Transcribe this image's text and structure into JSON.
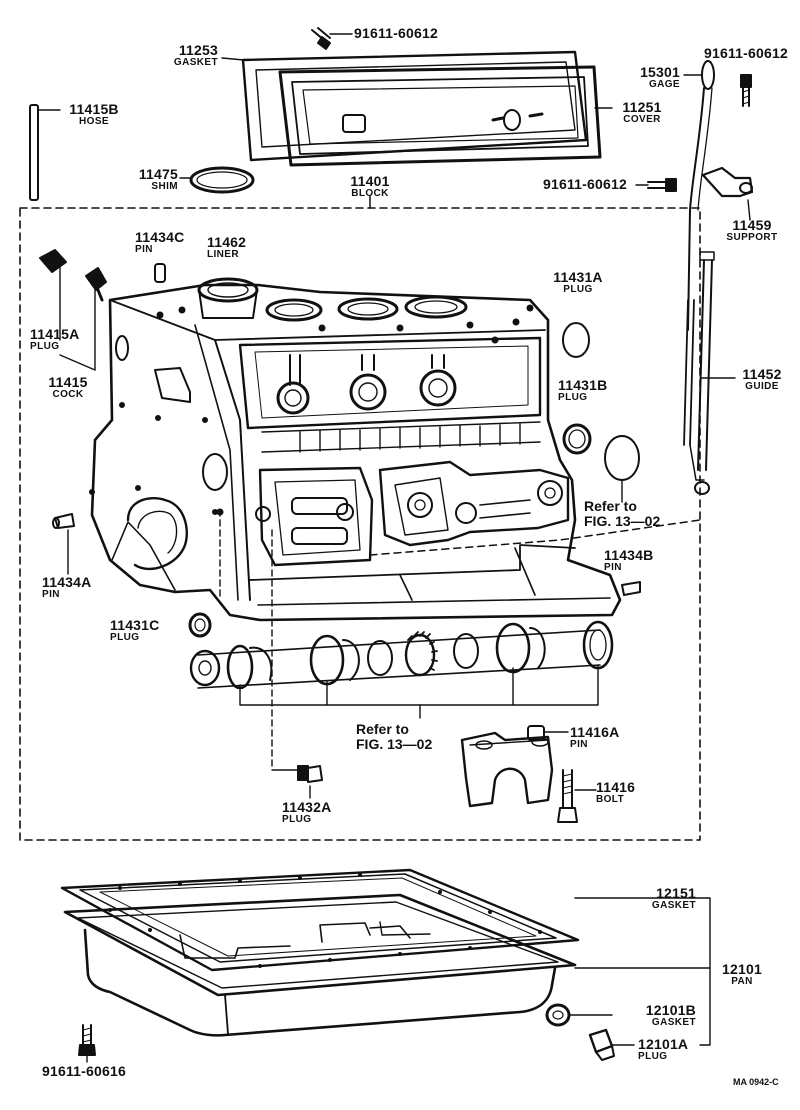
{
  "parts": {
    "p91611_60612_top": {
      "num": "91611-60612"
    },
    "p11253": {
      "num": "11253",
      "name": "GASKET"
    },
    "p91611_60612_right": {
      "num": "91611-60612"
    },
    "p15301": {
      "num": "15301",
      "name": "GAGE"
    },
    "p11415B": {
      "num": "11415B",
      "name": "HOSE"
    },
    "p11251": {
      "num": "11251",
      "name": "COVER"
    },
    "p11475": {
      "num": "11475",
      "name": "SHIM"
    },
    "p91611_60612_mid": {
      "num": "91611-60612"
    },
    "p11401": {
      "num": "11401",
      "name": "BLOCK"
    },
    "p11459": {
      "num": "11459",
      "name": "SUPPORT"
    },
    "p11434C": {
      "num": "11434C",
      "name": "PIN"
    },
    "p11462": {
      "num": "11462",
      "name": "LINER"
    },
    "p11431A": {
      "num": "11431A",
      "name": "PLUG"
    },
    "p11415A": {
      "num": "11415A",
      "name": "PLUG"
    },
    "p11452": {
      "num": "11452",
      "name": "GUIDE"
    },
    "p11415": {
      "num": "11415",
      "name": "COCK"
    },
    "p11431B": {
      "num": "11431B",
      "name": "PLUG"
    },
    "p11434A": {
      "num": "11434A",
      "name": "PIN"
    },
    "p11434B": {
      "num": "11434B",
      "name": "PIN"
    },
    "p11431C": {
      "num": "11431C",
      "name": "PLUG"
    },
    "p11416A": {
      "num": "11416A",
      "name": "PIN"
    },
    "p11416": {
      "num": "11416",
      "name": "BOLT"
    },
    "p11432A": {
      "num": "11432A",
      "name": "PLUG"
    },
    "p12151": {
      "num": "12151",
      "name": "GASKET"
    },
    "p12101": {
      "num": "12101",
      "name": "PAN"
    },
    "p12101B": {
      "num": "12101B",
      "name": "GASKET"
    },
    "p12101A": {
      "num": "12101A",
      "name": "PLUG"
    },
    "p91611_60616": {
      "num": "91611-60616"
    }
  },
  "refs": {
    "ref_right": {
      "line1": "Refer to",
      "line2": "FIG. 13—02"
    },
    "ref_center": {
      "line1": "Refer to",
      "line2": "FIG. 13—02"
    }
  },
  "drawing_code": "MA  0942-C"
}
